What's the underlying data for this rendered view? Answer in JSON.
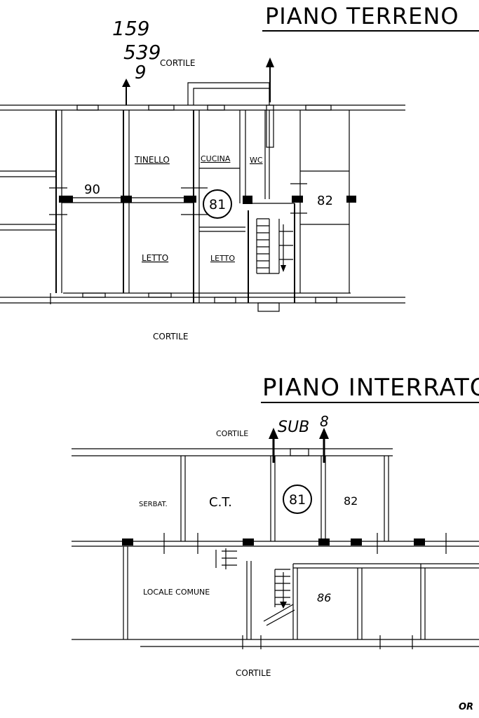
{
  "ground_floor": {
    "title": "PIANO TERRENO",
    "annotation_lines": [
      "159",
      "539",
      "9"
    ],
    "cortile_top": "CORTILE",
    "cortile_bottom": "CORTILE",
    "rooms": {
      "tinello": "TINELLO",
      "cucina": "CUCINA",
      "wc": "WC",
      "letto_1": "LETTO",
      "letto_2": "LETTO"
    },
    "unit_numbers": {
      "left": "90",
      "center": "81",
      "right": "82"
    }
  },
  "basement": {
    "title": "PIANO INTERRATO",
    "cortile_top": "CORTILE",
    "sub_label": "SUB",
    "sub_number": "8",
    "cortile_bottom": "CORTILE",
    "rooms": {
      "serbat": "SERBAT.",
      "ct": "C.T.",
      "locale_comune": "LOCALE COMUNE"
    },
    "unit_numbers": {
      "center": "81",
      "right": "82",
      "lower": "86"
    }
  },
  "corner_mark": "OR"
}
